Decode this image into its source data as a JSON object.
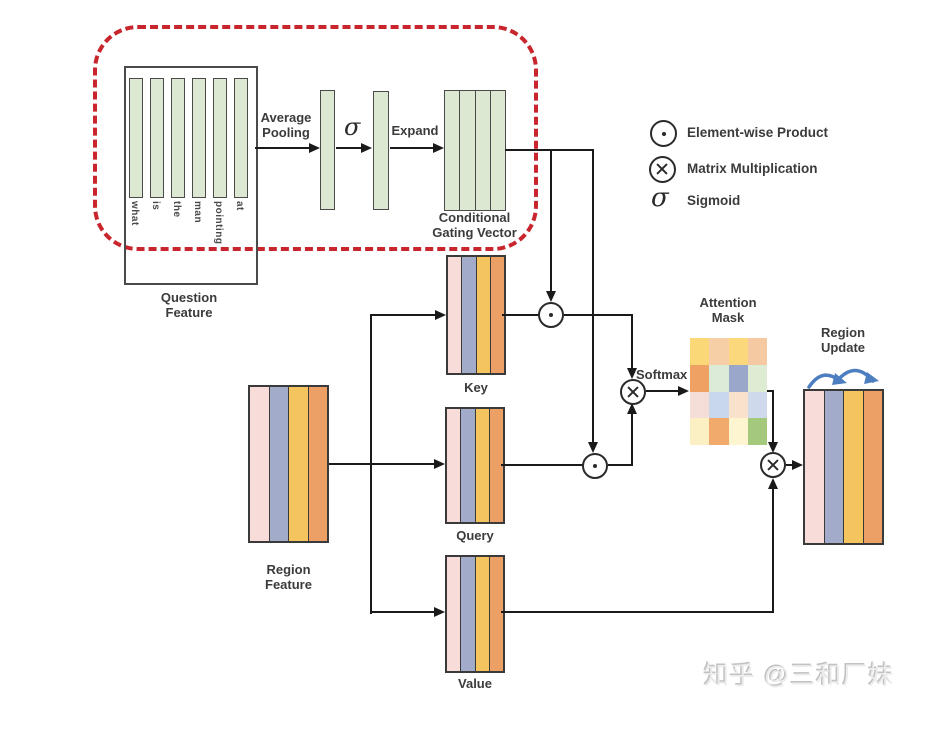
{
  "pipeline": {
    "question_feature": {
      "label_lines": [
        "Question",
        "Feature"
      ],
      "words": [
        "what",
        "is",
        "the",
        "man",
        "pointing",
        "at"
      ]
    },
    "average_pooling_lines": [
      "Average",
      "Pooling"
    ],
    "sigma_symbol": "σ",
    "expand_label": "Expand",
    "conditional_gating_lines": [
      "Conditional",
      "Gating Vector"
    ],
    "softmax_label": "Softmax"
  },
  "legend": {
    "items": [
      {
        "icon": "elementwise-product-icon",
        "label": "Element-wise Product"
      },
      {
        "icon": "matrix-multiplication-icon",
        "label": "Matrix Multiplication"
      },
      {
        "icon": "sigmoid-icon",
        "symbol": "σ",
        "label": "Sigmoid"
      }
    ]
  },
  "blocks": {
    "key_label": "Key",
    "query_label": "Query",
    "value_label": "Value",
    "region_feature_lines": [
      "Region",
      "Feature"
    ],
    "region_update_lines": [
      "Region",
      "Update"
    ],
    "attention_mask_lines": [
      "Attention",
      "Mask"
    ]
  },
  "colors": {
    "stripes": [
      "#f7dcda",
      "#a2abca",
      "#f4c45f",
      "#eda066"
    ],
    "bar_green": "#dce8d1",
    "dashed_red": "#c8252c",
    "arc_blue": "#4c7ec0"
  },
  "attention_mask": {
    "cells": [
      [
        "#fad878",
        "#f7cfa6",
        "#fbd87b",
        "#f5c9a1"
      ],
      [
        "#efa164",
        "#dcead8",
        "#9aa7cb",
        "#dfecd4"
      ],
      [
        "#f5ded8",
        "#c8d7ec",
        "#f8e2cc",
        "#ced9eb"
      ],
      [
        "#fbf0c4",
        "#f2a96c",
        "#fdf4d0",
        "#a5c97c"
      ]
    ]
  },
  "watermark": "知乎 @三和厂妹"
}
